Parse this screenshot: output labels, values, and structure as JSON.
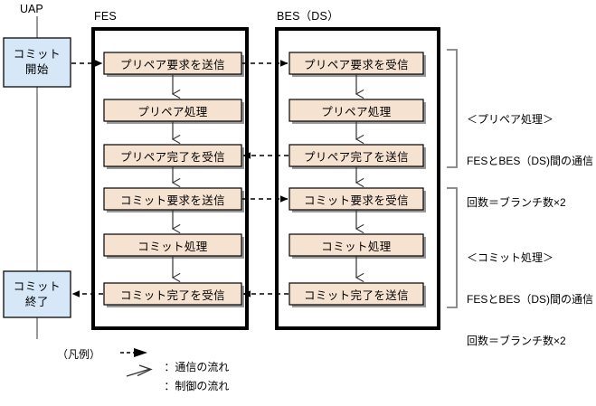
{
  "diagram": {
    "title_labels": {
      "uap": "UAP",
      "fes": "FES",
      "bes": "BES（DS）"
    },
    "colors": {
      "node_fill": "#F6E2D0",
      "node_stroke": "#000000",
      "node_shadow": "#9A9A9A",
      "uap_fill": "#D6E7F7",
      "uap_stroke": "#1A1A1A",
      "container_stroke": "#000000",
      "lifeline": "#808080",
      "arrow": "#000000",
      "bracket": "#808080",
      "background": "#FFFFFF"
    },
    "uap_nodes": [
      {
        "id": "uap-commit-start",
        "line1": "コミット",
        "line2": "開始"
      },
      {
        "id": "uap-commit-end",
        "line1": "コミット",
        "line2": "終了"
      }
    ],
    "fes_nodes": [
      {
        "id": "fes-prepare-request-send",
        "label": "プリペア要求を送信"
      },
      {
        "id": "fes-prepare-process",
        "label": "プリペア処理"
      },
      {
        "id": "fes-prepare-complete-receive",
        "label": "プリペア完了を受信"
      },
      {
        "id": "fes-commit-request-send",
        "label": "コミット要求を送信"
      },
      {
        "id": "fes-commit-process",
        "label": "コミット処理"
      },
      {
        "id": "fes-commit-complete-receive",
        "label": "コミット完了を受信"
      }
    ],
    "bes_nodes": [
      {
        "id": "bes-prepare-request-receive",
        "label": "プリペア要求を受信"
      },
      {
        "id": "bes-prepare-process",
        "label": "プリペア処理"
      },
      {
        "id": "bes-prepare-complete-send",
        "label": "プリペア完了を送信"
      },
      {
        "id": "bes-commit-request-receive",
        "label": "コミット要求を受信"
      },
      {
        "id": "bes-commit-process",
        "label": "コミット処理"
      },
      {
        "id": "bes-commit-complete-send",
        "label": "コミット完了を送信"
      }
    ],
    "annotations": [
      {
        "id": "annotation-prepare",
        "line1": "＜プリペア処理＞",
        "line2": "FESとBES（DS)間の通信",
        "line3": "回数＝ブランチ数×2"
      },
      {
        "id": "annotation-commit",
        "line1": "＜コミット処理＞",
        "line2": "FESとBES（DS)間の通信",
        "line3": "回数＝ブランチ数×2"
      }
    ],
    "legend": {
      "title": "（凡例）",
      "items": [
        {
          "id": "legend-communication-flow",
          "arrow": "dashed-filled-arrow",
          "separator": "：",
          "label": "通信の流れ"
        },
        {
          "id": "legend-control-flow",
          "arrow": "solid-open-arrow",
          "separator": "：",
          "label": "制御の流れ"
        }
      ]
    }
  }
}
